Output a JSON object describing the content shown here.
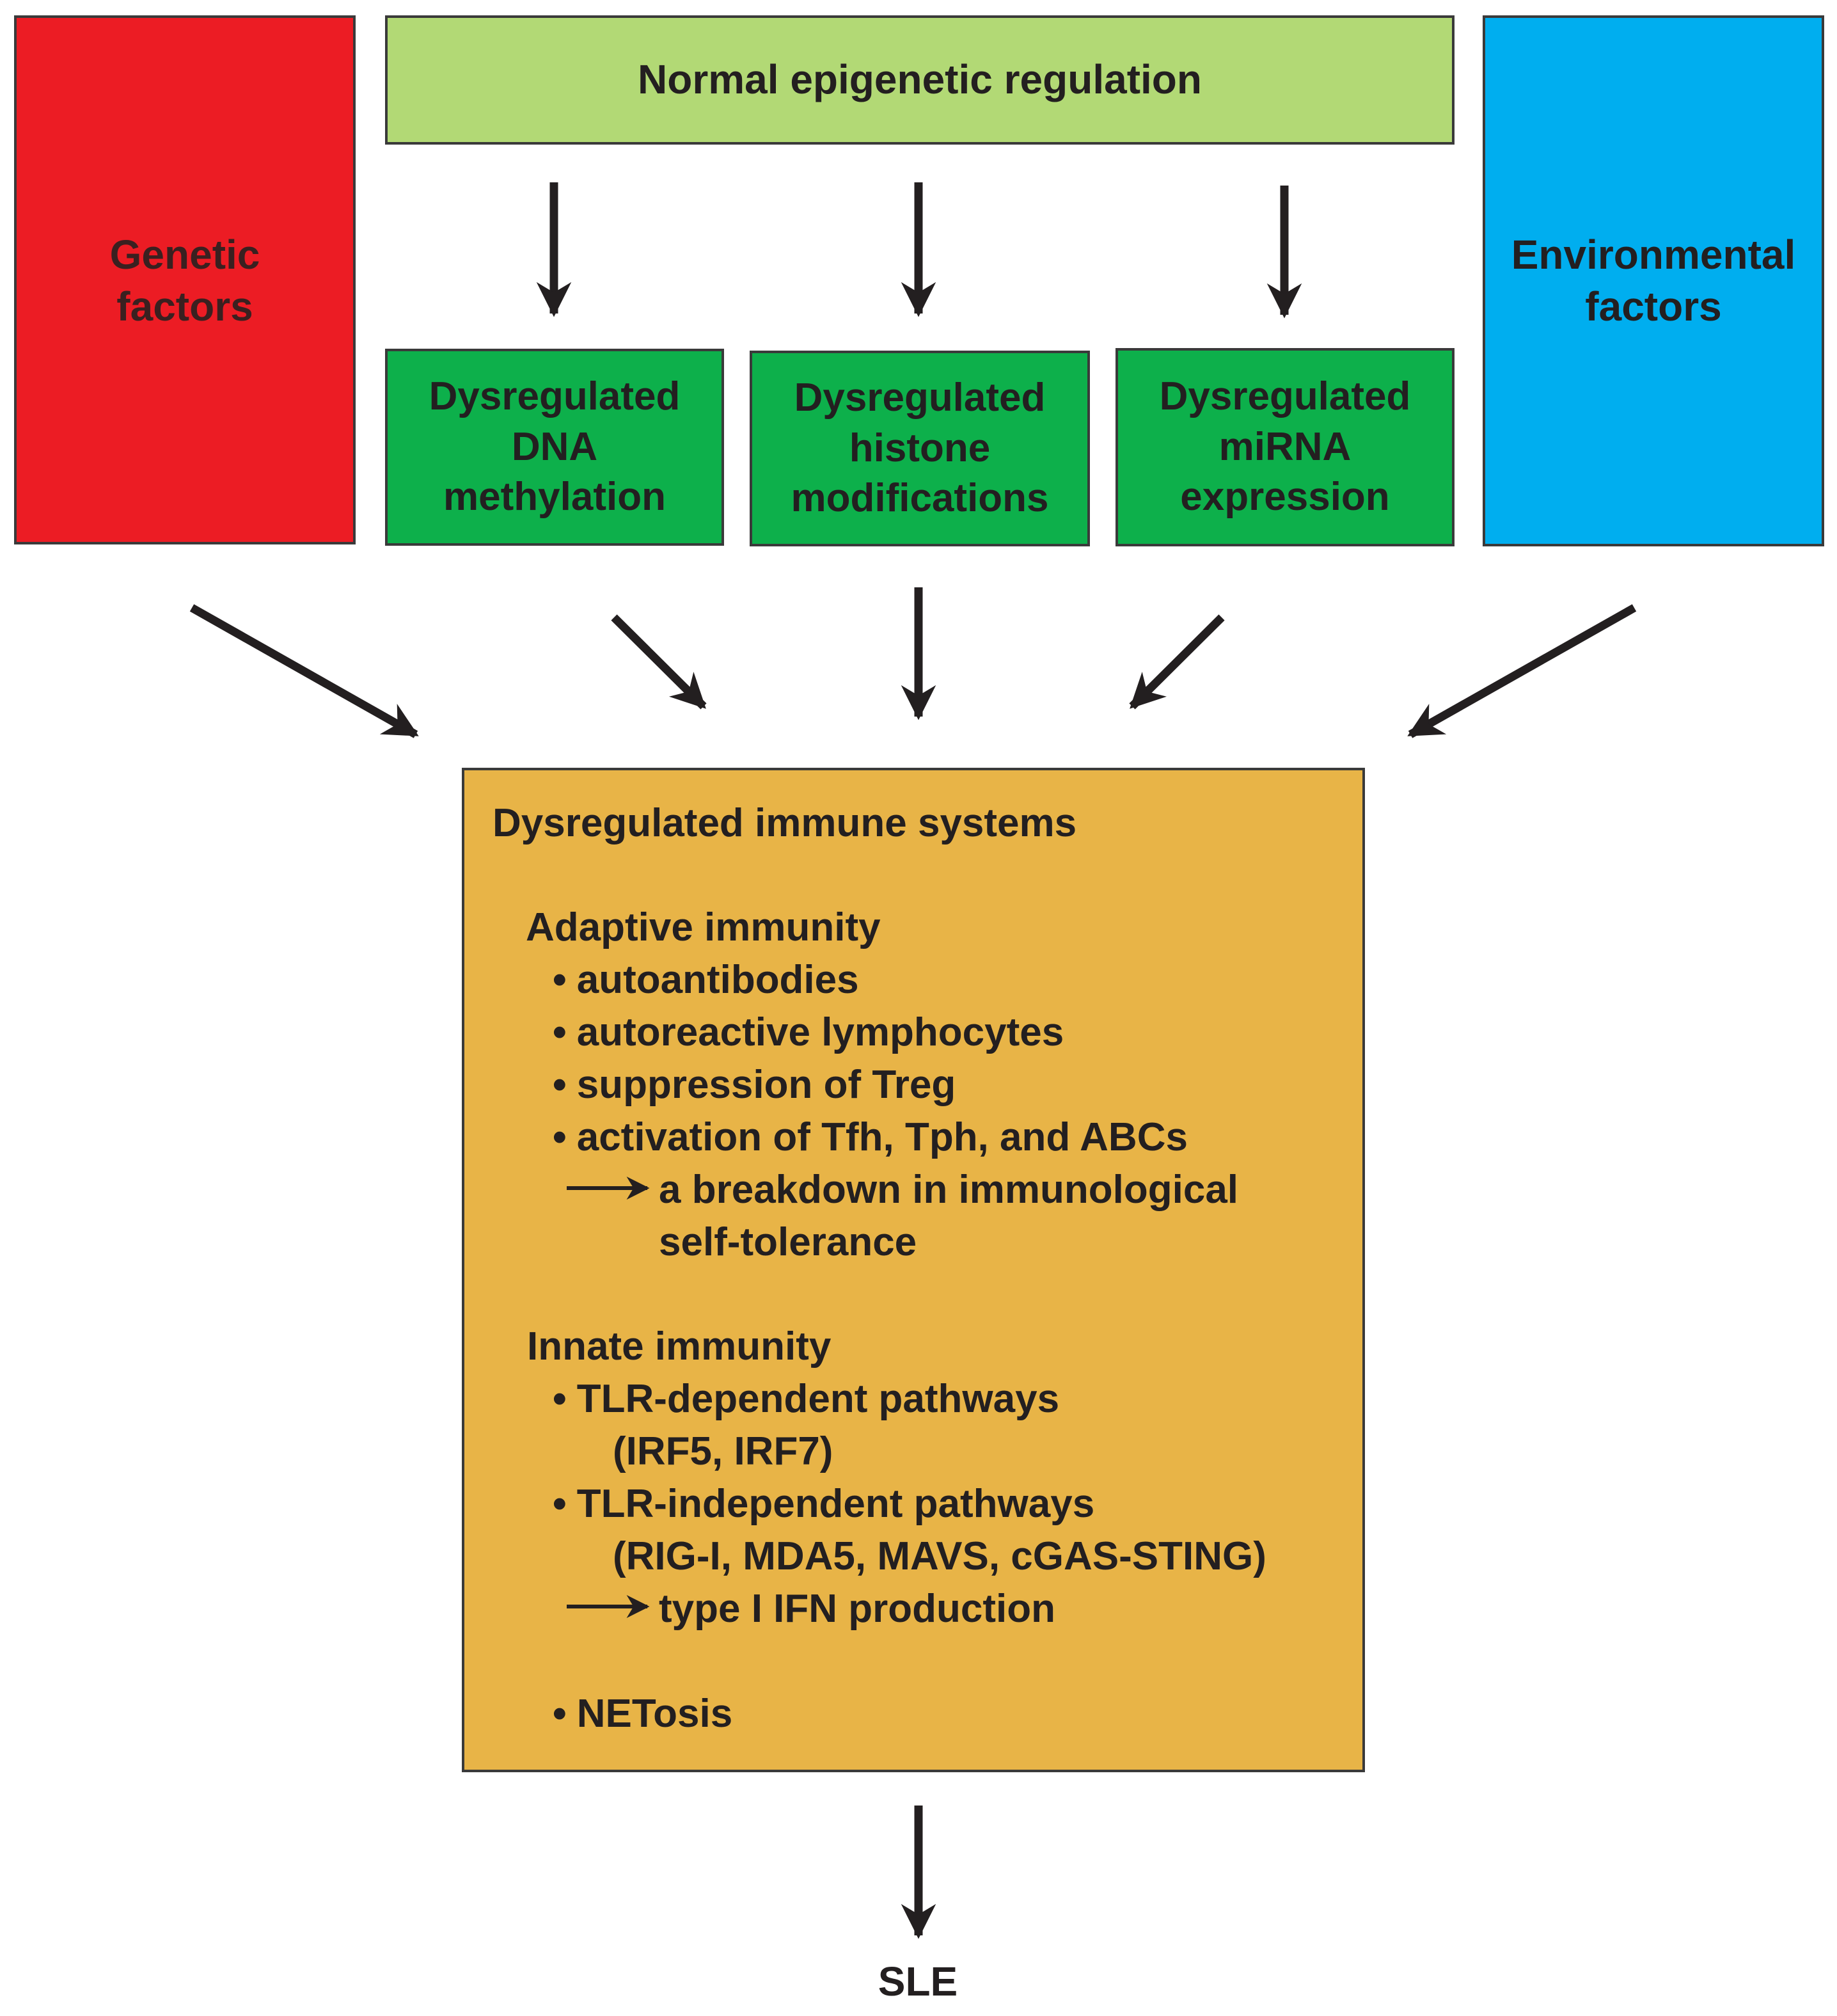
{
  "colors": {
    "genetic": "#ec1c24",
    "normal": "#b2d975",
    "dysregulated": "#0db04b",
    "environmental": "#00aeef",
    "immune": "#e8b447",
    "arrow": "#231f20"
  },
  "nodes": {
    "genetic": "Genetic\nfactors",
    "normal": "Normal epigenetic regulation",
    "environmental": "Environmental\nfactors",
    "dna": "Dysregulated\nDNA\nmethylation",
    "histone": "Dysregulated\nhistone\nmodifications",
    "mirna": "Dysregulated\nmiRNA\nexpression",
    "sle": "SLE"
  },
  "immune": {
    "title": "Dysregulated immune systems",
    "adaptive": {
      "heading": "Adaptive immunity",
      "items": [
        "autoantibodies",
        "autoreactive lymphocytes",
        "suppression of Treg",
        "activation of Tfh, Tph, and ABCs"
      ],
      "outcome": [
        "a breakdown in immunological",
        "self-tolerance"
      ]
    },
    "innate": {
      "heading": "Innate immunity",
      "items": [
        {
          "text": "TLR-dependent pathways",
          "sub": "(IRF5, IRF7)"
        },
        {
          "text": "TLR-independent pathways",
          "sub": "(RIG-I, MDA5, MAVS, cGAS-STING)"
        }
      ],
      "outcome": "type I IFN production",
      "extra": "NETosis"
    }
  },
  "bullet": "•"
}
